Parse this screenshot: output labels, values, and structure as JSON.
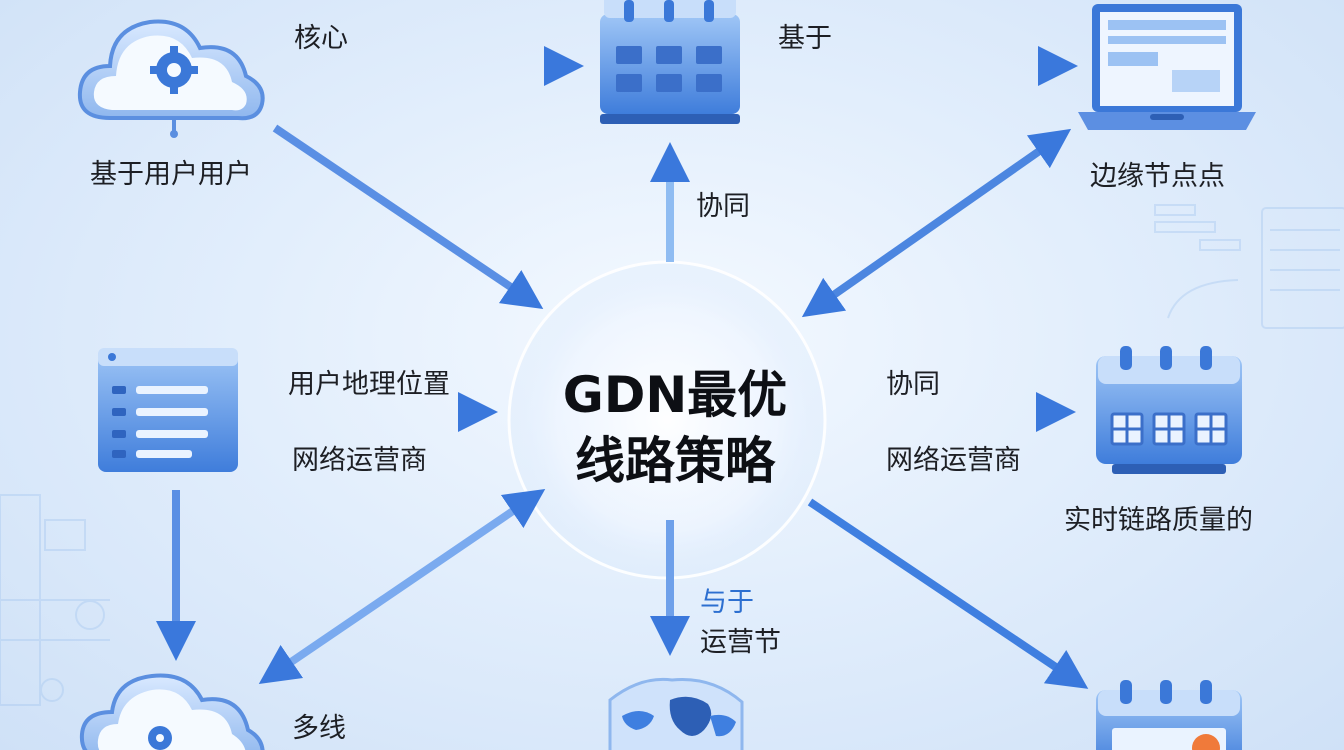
{
  "diagram": {
    "center": {
      "line1": "GDN最优",
      "line2": "线路策略"
    },
    "labels": {
      "top_left_arrow": "核心",
      "top_right_arrow": "基于",
      "cloud_top_caption": "基于用户用户",
      "laptop_caption": "边缘节点点",
      "up_arrow": "协同",
      "left_upper": "用户地理位置",
      "left_lower": "网络运营商",
      "right_upper": "协同",
      "right_lower": "网络运营商",
      "calendar_caption": "实时链路质量的",
      "down_upper": "与于",
      "down_lower": "运营节",
      "bottom_left": "多线"
    },
    "icons": {
      "cloud_top": "cloud-gear-icon",
      "calendar_top": "calendar-grid-icon",
      "laptop": "laptop-icon",
      "list_panel": "list-panel-icon",
      "calendar_right": "calendar-grid-icon",
      "cloud_bottom": "cloud-gear-icon",
      "globe": "globe-icon",
      "calendar_bottom": "calendar-icon"
    },
    "colors": {
      "arrow": "#3f7fe0",
      "icon_light": "#8fbaf2",
      "icon_dark": "#3b78d8",
      "accent_orange": "#f07a3a"
    }
  }
}
